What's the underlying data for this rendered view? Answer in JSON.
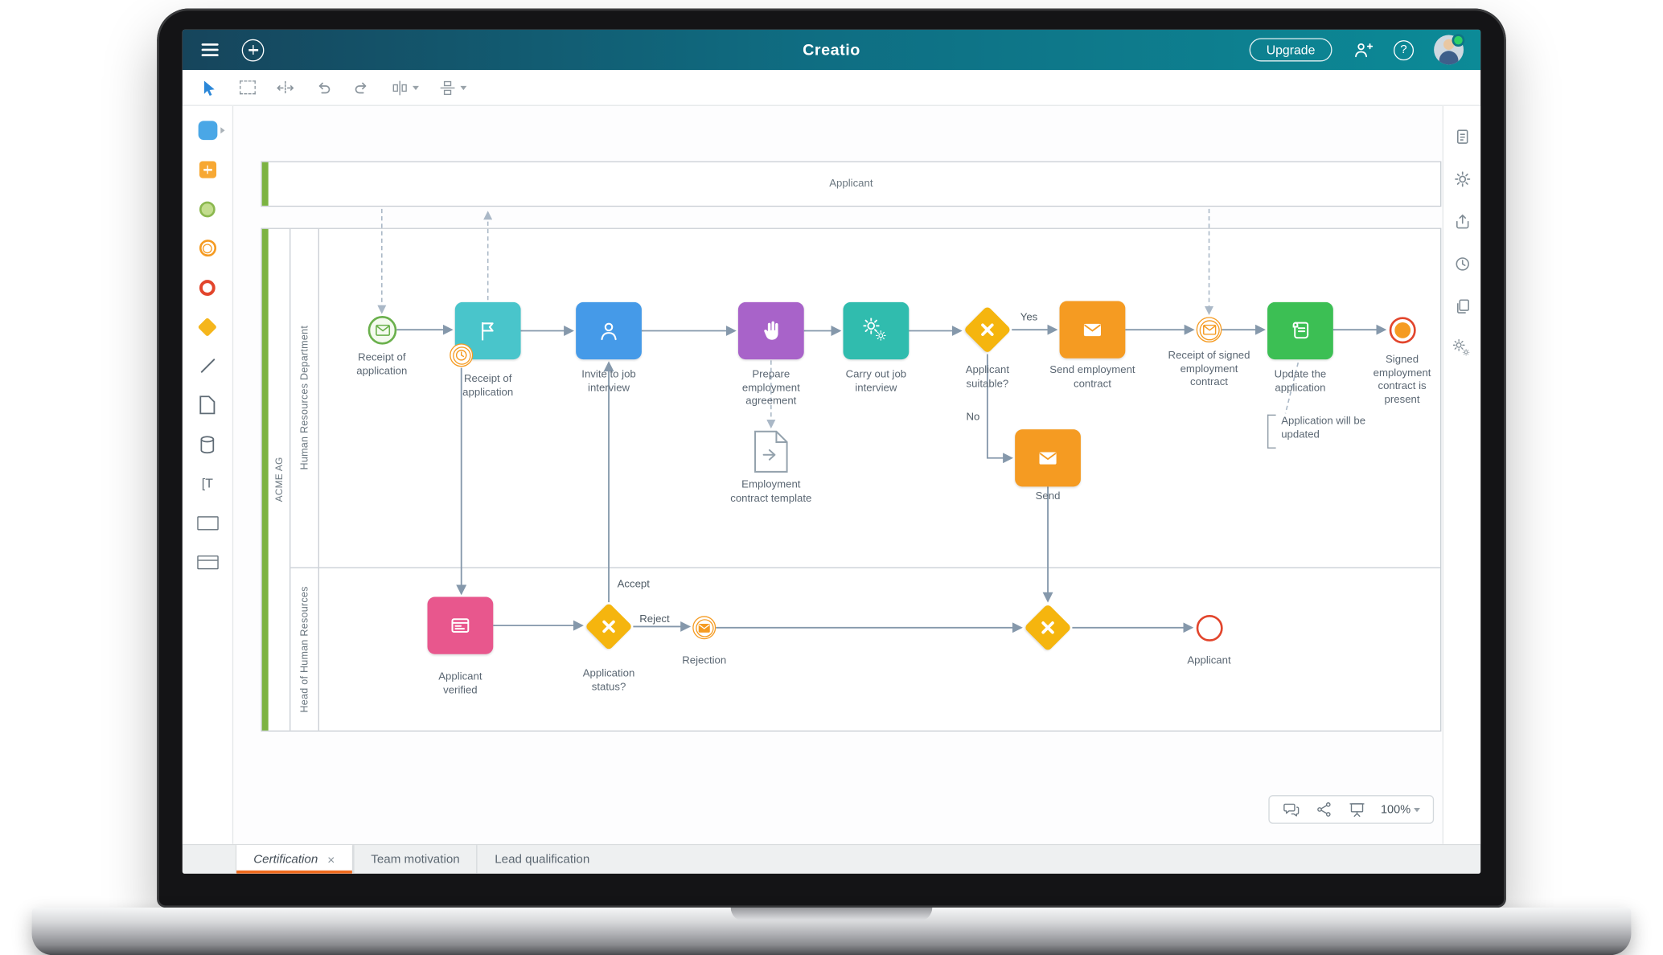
{
  "header": {
    "logo": "Creatio",
    "upgrade_label": "Upgrade",
    "help_glyph": "?"
  },
  "palette": {
    "text_tool_glyph": "[T"
  },
  "diagram": {
    "applicant_lane_label": "Applicant",
    "pool_label": "ACME AG",
    "lanes": [
      "Human Resources Department",
      "Head of Human Resources"
    ],
    "nodes": [
      {
        "id": "start-receipt",
        "type": "message-start-event",
        "label": "Receipt of application"
      },
      {
        "id": "task-receipt",
        "type": "task-with-timer",
        "label": "Receipt of application"
      },
      {
        "id": "task-invite",
        "type": "user-task",
        "label": "Invite to job interview"
      },
      {
        "id": "task-prepare",
        "type": "task",
        "label": "Prepare employment agreement"
      },
      {
        "id": "task-interview",
        "type": "service-task",
        "label": "Carry out job interview"
      },
      {
        "id": "gw-suitable",
        "type": "exclusive-gateway",
        "label": "Applicant suitable?"
      },
      {
        "id": "task-send-contract",
        "type": "send-task",
        "label": "Send employment contract"
      },
      {
        "id": "evt-receipt-signed",
        "type": "message-event",
        "label": "Receipt of signed employment contract"
      },
      {
        "id": "task-update",
        "type": "script-task",
        "label": "Update the application"
      },
      {
        "id": "end-signed",
        "type": "end-event",
        "label": "Signed employment contract is present"
      },
      {
        "id": "doc-template",
        "type": "data-object",
        "label": "Employment contract template"
      },
      {
        "id": "task-send",
        "type": "send-task",
        "label": "Send"
      },
      {
        "id": "task-verified",
        "type": "form-task",
        "label": "Applicant verified"
      },
      {
        "id": "gw-status",
        "type": "exclusive-gateway",
        "label": "Application status?"
      },
      {
        "id": "evt-rejection",
        "type": "message-event",
        "label": "Rejection"
      },
      {
        "id": "end-applicant",
        "type": "end-event",
        "label": "Applicant"
      }
    ],
    "edge_labels": {
      "yes": "Yes",
      "no": "No",
      "accept": "Accept",
      "reject": "Reject"
    },
    "annotation": "Application will be updated"
  },
  "canvas_controls": {
    "zoom": "100%"
  },
  "tabs": [
    {
      "label": "Certification",
      "close": "×",
      "active": true
    },
    {
      "label": "Team motivation",
      "active": false
    },
    {
      "label": "Lead qualification",
      "active": false
    }
  ],
  "colors": {
    "header_gradient_start": "#16455c",
    "header_gradient_end": "#0c8a97",
    "accent_orange": "#ef6b1f",
    "lane_green": "#7cb342",
    "task_teal": "#49c5cb",
    "task_blue": "#459ae8",
    "task_purple": "#a863c9",
    "task_service_teal": "#30bcae",
    "task_orange": "#f59b22",
    "task_green": "#3cbf54",
    "task_pink": "#e8578d",
    "gateway_yellow": "#f5b50e",
    "event_red": "#e2452c",
    "event_green": "#6ab04c",
    "connector_gray": "#8598ab"
  }
}
